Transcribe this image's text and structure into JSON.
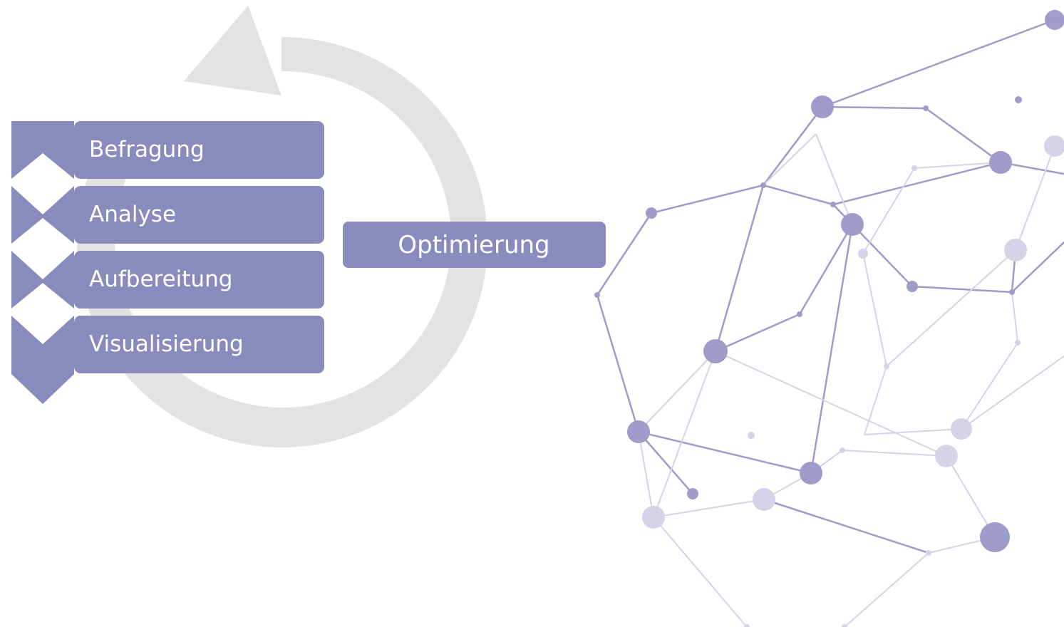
{
  "diagram": {
    "steps": [
      {
        "label": "Befragung"
      },
      {
        "label": "Analyse"
      },
      {
        "label": "Aufbereitung"
      },
      {
        "label": "Visualisierung"
      }
    ],
    "loop_box": {
      "label": "Optimierung"
    }
  },
  "colors": {
    "step_fill": "#8a8bbd",
    "cycle_arrow": "#e3e3e3",
    "network_dark": "#9e9cc9",
    "network_light": "#d4d3e8",
    "background": "#ffffff"
  },
  "decoration": {
    "network_graphic": "network-graph-illustration"
  }
}
